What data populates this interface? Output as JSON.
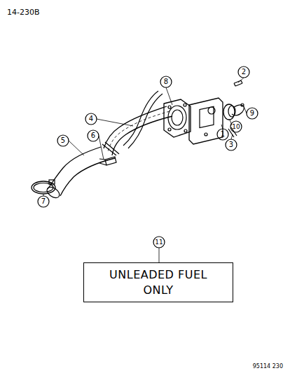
{
  "diagram": {
    "nodes": [
      {
        "text": [
          "UNLEADED FUEL ONLY"
        ]
      }
    ],
    "labels": [
      "14-230B",
      "1",
      "2",
      "3",
      "4",
      "5",
      "6",
      "7",
      "8",
      "9",
      "10",
      "11",
      "95114 230"
    ]
  }
}
